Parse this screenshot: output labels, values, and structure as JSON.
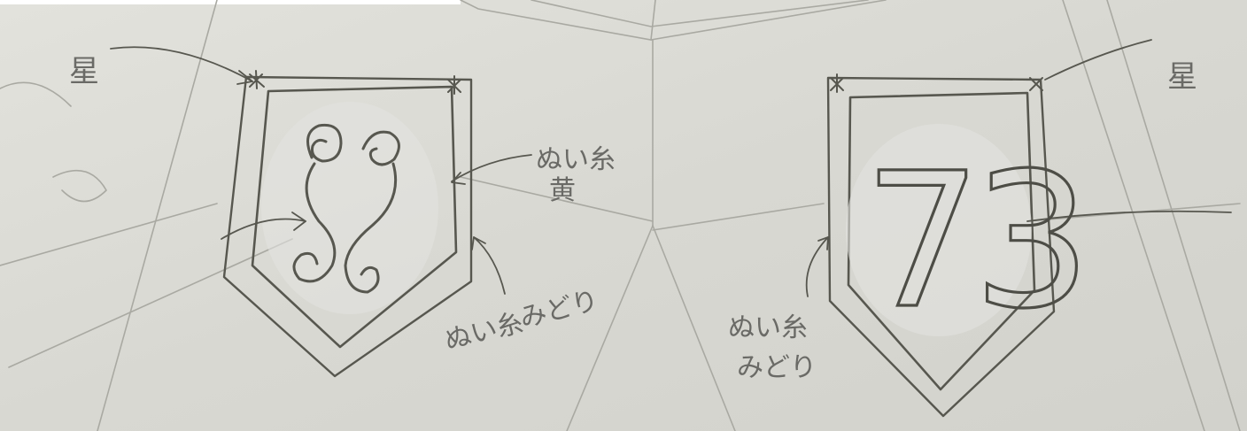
{
  "labels": {
    "star_left": "星",
    "star_right": "星",
    "thread_yellow_line1": "ぬい糸",
    "thread_yellow_line2": "黄",
    "thread_green_left_line1": "ぬい糸",
    "thread_green_left_line2": "みどり",
    "thread_green_right_line1": "ぬい糸",
    "thread_green_right_line2": "みどり",
    "number": "73"
  },
  "colors": {
    "paper": "#dcdcd6",
    "pencil": "#57574f",
    "pencil_faint": "#a9a9a2"
  }
}
